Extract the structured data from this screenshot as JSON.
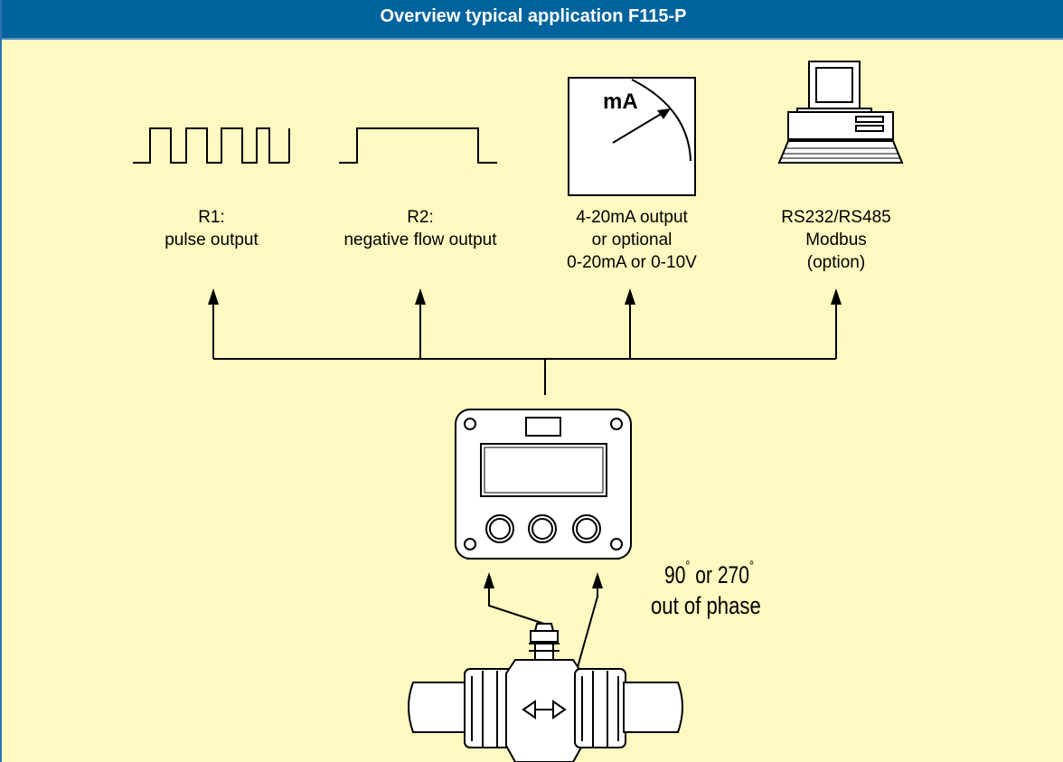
{
  "header": {
    "title": "Overview typical application F115-P"
  },
  "outputs": [
    {
      "line1": "R1:",
      "line2": "pulse output",
      "icon": "pulse-train-icon"
    },
    {
      "line1": "R2:",
      "line2": "negative flow output",
      "icon": "single-pulse-icon"
    },
    {
      "line1": "4-20mA output",
      "line2": "or optional",
      "line3": "0-20mA or 0-10V",
      "icon": "milliamp-meter-icon",
      "meter_text": "mA"
    },
    {
      "line1": "RS232/RS485",
      "line2": "Modbus",
      "line3": "(option)",
      "icon": "computer-icon"
    }
  ],
  "sensor_note": {
    "angle1": "90",
    "deg": "°",
    "or": "or",
    "angle2": "270",
    "line2": "out of phase"
  },
  "colors": {
    "header_bg": "#00639e",
    "panel_bg": "#fdf9c0",
    "border": "#2f73b0"
  }
}
